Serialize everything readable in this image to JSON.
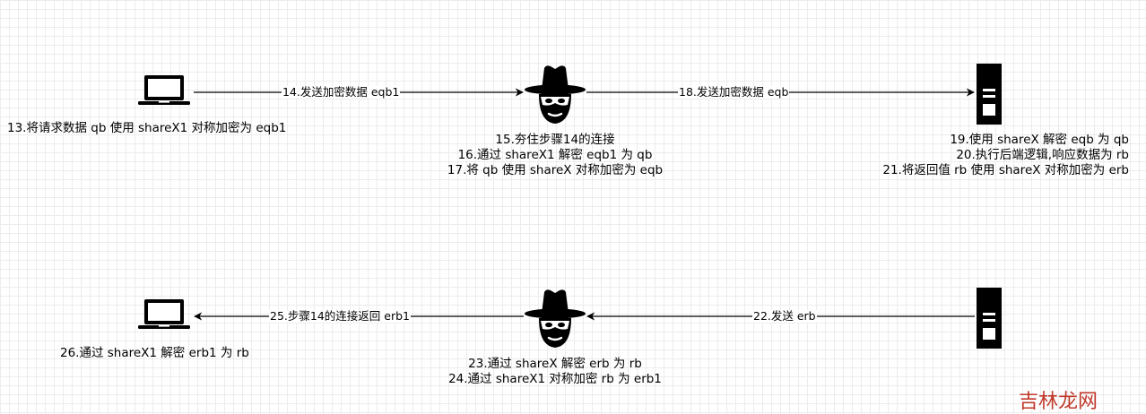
{
  "top": {
    "client_label": "13.将请求数据 qb 使用 shareX1 对称加密为 eqb1",
    "arrow1_label": "14.发送加密数据 eqb1",
    "attacker_lines": [
      "15.夯住步骤14的连接",
      "16.通过 shareX1 解密 eqb1 为 qb",
      "17.将 qb 使用 shareX 对称加密为 eqb"
    ],
    "arrow2_label": "18.发送加密数据 eqb",
    "server_lines": [
      "19.使用 shareX 解密 eqb 为 qb",
      "20.执行后端逻辑,响应数据为 rb",
      "21.将返回值 rb 使用 shareX 对称加密为 erb"
    ]
  },
  "bottom": {
    "client_label": "26.通过 shareX1 解密 erb1 为 rb",
    "arrow1_label": "25.步骤14的连接返回 erb1",
    "attacker_lines": [
      "23.通过 shareX 解密 erb 为 rb",
      "24.通过 shareX1 对称加密 rb 为 erb1"
    ],
    "arrow2_label": "22.发送 erb"
  },
  "icons": [
    "laptop-icon",
    "hacker-icon",
    "server-icon"
  ],
  "watermark": "吉林龙网",
  "colors": {
    "grid": "#ececec",
    "line": "#000000",
    "watermark": "#c0392b"
  }
}
